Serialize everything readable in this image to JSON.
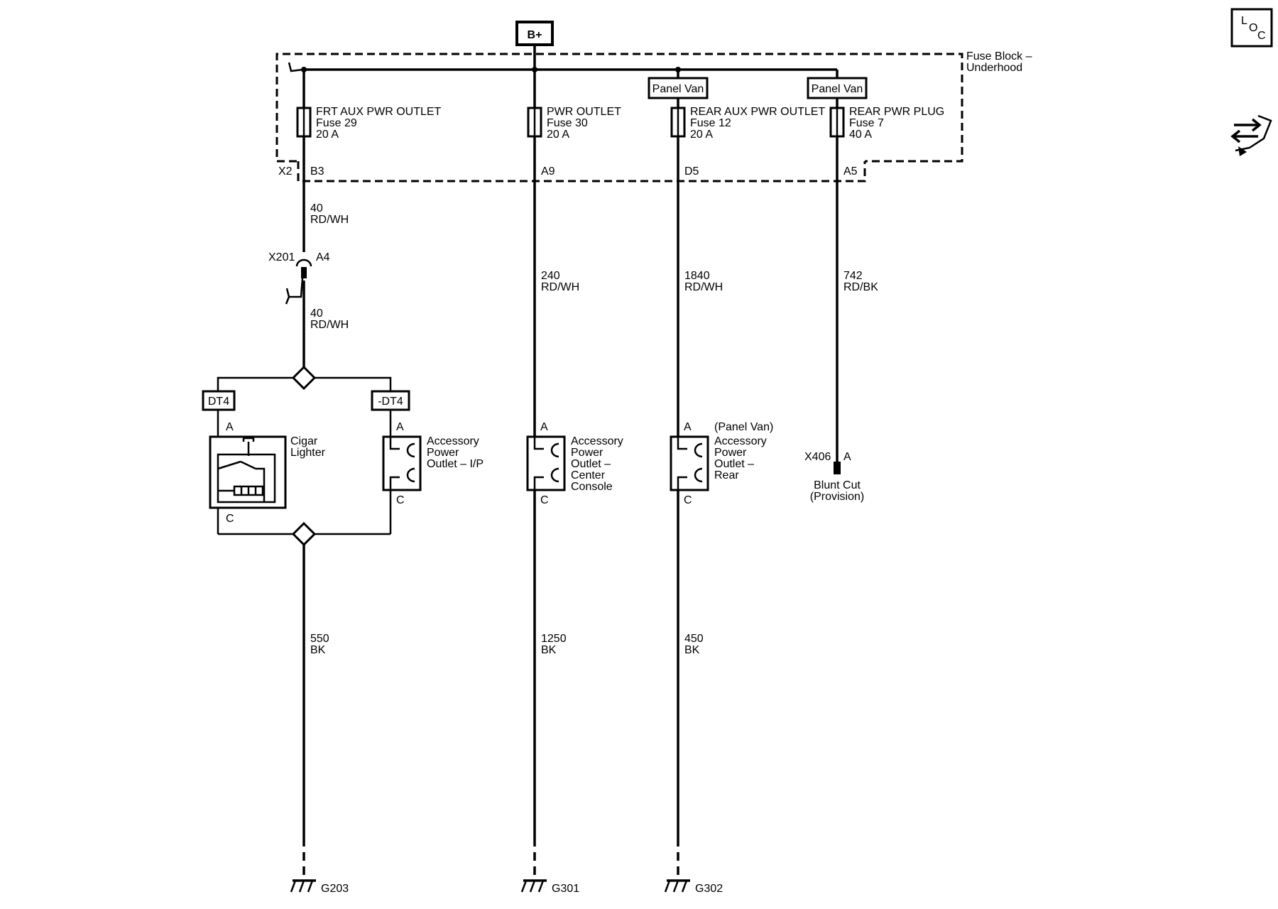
{
  "supply": {
    "label": "B+"
  },
  "fuse_block": {
    "label_line1": "Fuse Block –",
    "label_line2": "Underhood",
    "connector": "X2"
  },
  "option_tags": {
    "panel_van_1": "Panel Van",
    "panel_van_2": "Panel Van"
  },
  "fuses": [
    {
      "name": "FRT AUX PWR OUTLET",
      "fuse": "Fuse 29",
      "rating": "20 A",
      "terminal": "B3"
    },
    {
      "name": "PWR OUTLET",
      "fuse": "Fuse 30",
      "rating": "20 A",
      "terminal": "A9"
    },
    {
      "name": "REAR AUX PWR OUTLET",
      "fuse": "Fuse 12",
      "rating": "20 A",
      "terminal": "D5"
    },
    {
      "name": "REAR PWR PLUG",
      "fuse": "Fuse 7",
      "rating": "40 A",
      "terminal": "A5"
    }
  ],
  "wires": {
    "w1_upper": {
      "gauge": "40",
      "color": "RD/WH"
    },
    "w1_lower": {
      "gauge": "40",
      "color": "RD/WH"
    },
    "w2": {
      "gauge": "240",
      "color": "RD/WH"
    },
    "w3": {
      "gauge": "1840",
      "color": "RD/WH"
    },
    "w4": {
      "gauge": "742",
      "color": "RD/BK"
    },
    "g1": {
      "gauge": "550",
      "color": "BK"
    },
    "g2": {
      "gauge": "1250",
      "color": "BK"
    },
    "g3": {
      "gauge": "450",
      "color": "BK"
    }
  },
  "inline_connector": {
    "name": "X201",
    "pin": "A4"
  },
  "option_codes": {
    "left": "DT4",
    "right": "-DT4"
  },
  "components": {
    "cigar_lighter": {
      "line1": "Cigar",
      "line2": "Lighter",
      "pin_a": "A",
      "pin_c": "C"
    },
    "outlet_ip": {
      "line1": "Accessory",
      "line2": "Power",
      "line3": "Outlet – I/P",
      "pin_a": "A",
      "pin_c": "C"
    },
    "outlet_center": {
      "line1": "Accessory",
      "line2": "Power",
      "line3": "Outlet –",
      "line4": "Center",
      "line5": "Console",
      "pin_a": "A",
      "pin_c": "C"
    },
    "outlet_rear": {
      "note": "(Panel Van)",
      "line1": "Accessory",
      "line2": "Power",
      "line3": "Outlet –",
      "line4": "Rear",
      "pin_a": "A",
      "pin_c": "C"
    },
    "blunt_cut": {
      "connector": "X406",
      "pin": "A",
      "line1": "Blunt Cut",
      "line2": "(Provision)"
    }
  },
  "grounds": [
    "G203",
    "G301",
    "G302"
  ],
  "side_icons": {
    "loc_1": "L",
    "loc_2": "O",
    "loc_3": "C",
    "nav": "arrows-wrench-icon"
  }
}
